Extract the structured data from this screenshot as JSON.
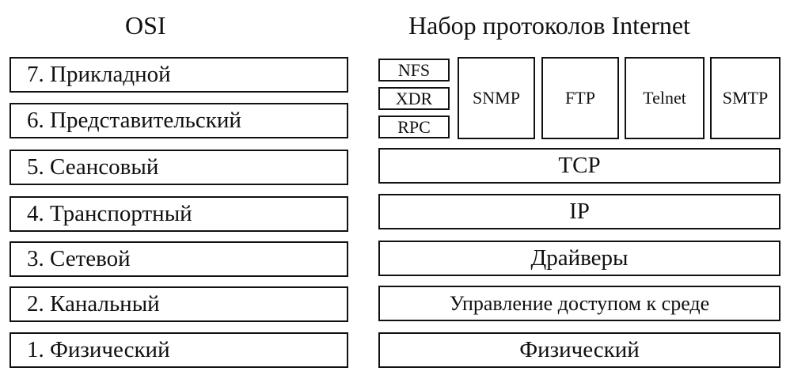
{
  "osi": {
    "title": "OSI",
    "layers": [
      "7. Прикладной",
      "6. Представительский",
      "5. Сеансовый",
      "4. Транспортный",
      "3. Сетевой",
      "2. Канальный",
      "1. Физический"
    ]
  },
  "internet": {
    "title": "Набор протоколов Internet",
    "small_protocols": [
      "NFS",
      "XDR",
      "RPC"
    ],
    "app_protocols": [
      "SNMP",
      "FTP",
      "Telnet",
      "SMTP"
    ],
    "stack": [
      "TCP",
      "IP",
      "Драйверы",
      "Управление доступом к среде",
      "Физический"
    ]
  }
}
